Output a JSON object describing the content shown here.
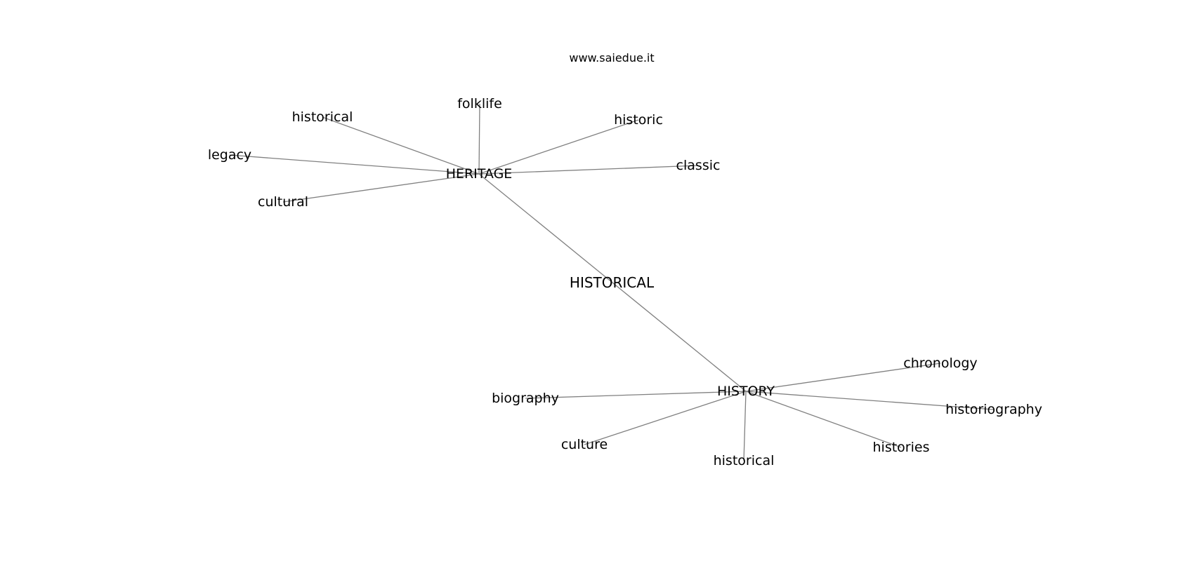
{
  "watermark": "www.saiedue.it",
  "graph": {
    "center": "HISTORICAL",
    "hubs": [
      "HERITAGE",
      "HISTORY"
    ],
    "nodes": {
      "historical_center": "HISTORICAL",
      "heritage": "HERITAGE",
      "history": "HISTORY",
      "folklife": "folklife",
      "historical_a": "historical",
      "historic": "historic",
      "legacy": "legacy",
      "classic": "classic",
      "cultural": "cultural",
      "chronology": "chronology",
      "biography": "biography",
      "historiography": "historiography",
      "culture": "culture",
      "historical_b": "historical",
      "histories": "histories"
    },
    "edges": [
      [
        "heritage",
        "history"
      ],
      [
        "heritage",
        "folklife"
      ],
      [
        "heritage",
        "historical_a"
      ],
      [
        "heritage",
        "historic"
      ],
      [
        "heritage",
        "legacy"
      ],
      [
        "heritage",
        "classic"
      ],
      [
        "heritage",
        "cultural"
      ],
      [
        "history",
        "chronology"
      ],
      [
        "history",
        "biography"
      ],
      [
        "history",
        "historiography"
      ],
      [
        "history",
        "culture"
      ],
      [
        "history",
        "historical_b"
      ],
      [
        "history",
        "histories"
      ]
    ]
  }
}
